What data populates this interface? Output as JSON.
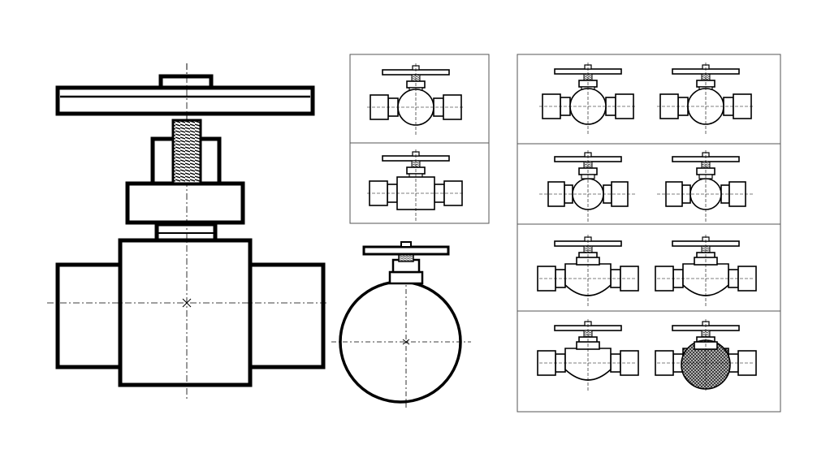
{
  "sheet": {
    "background": "#ffffff",
    "ink": "#000000",
    "hatch": "#333333"
  },
  "drawing": {
    "subject": "valve",
    "views": [
      {
        "name": "main-front-view",
        "style": "bold-outline"
      },
      {
        "name": "side-view",
        "style": "circular-body"
      }
    ],
    "thumbnail_panels": [
      {
        "name": "panel-a",
        "variants": [
          "round-body",
          "box-body"
        ]
      },
      {
        "name": "panel-b",
        "variants": [
          "round-body-left",
          "round-body-right",
          "round-body-small-left",
          "round-body-small-right",
          "bulged-body-left",
          "bulged-body-right",
          "bulged-body-deep-left",
          "hatched-body-right"
        ]
      }
    ]
  }
}
